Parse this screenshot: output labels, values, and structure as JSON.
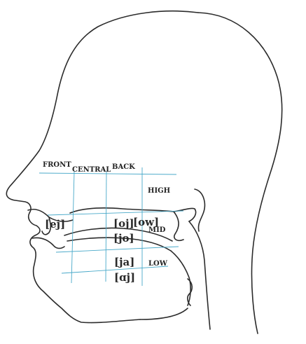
{
  "columns": {
    "front": "FRONT",
    "central": "CENTRAL",
    "back": "BACK"
  },
  "rows": {
    "high": "HIGH",
    "mid": "MID",
    "low": "LOW"
  },
  "sounds": {
    "ej": "[ej]",
    "oj": "[oj]",
    "ow": "[ow]",
    "jo": "[jo]",
    "ja": "[ja]",
    "aj": "[ɑj]"
  },
  "colors": {
    "grid": "#49a9c9",
    "outline": "#2b2b2b",
    "text": "#222222"
  }
}
